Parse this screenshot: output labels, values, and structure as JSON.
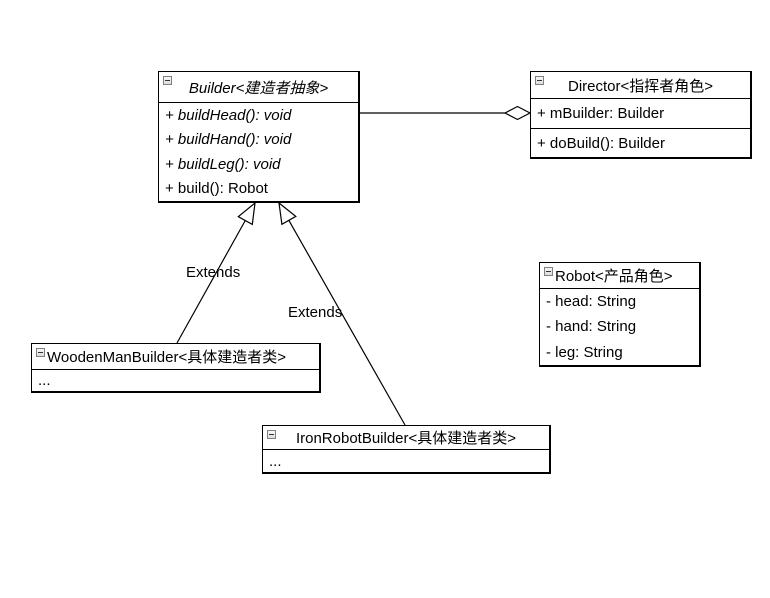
{
  "diagram": {
    "builder": {
      "title": "Builder<建造者抽象>",
      "members": [
        "+ buildHead(): void",
        "+ buildHand(): void",
        "+ buildLeg(): void",
        "+ build(): Robot"
      ]
    },
    "director": {
      "title": "Director<指挥者角色>",
      "attributes": [
        "+ mBuilder: Builder"
      ],
      "methods": [
        "+ doBuild(): Builder"
      ]
    },
    "robot": {
      "title": "Robot<产品角色>",
      "attributes": [
        "- head: String",
        "- hand: String",
        "- leg: String"
      ]
    },
    "wooden_man_builder": {
      "title": "WoodenManBuilder<具体建造者类>",
      "body": "..."
    },
    "iron_robot_builder": {
      "title": "IronRobotBuilder<具体建造者类>",
      "body": "..."
    },
    "edge_labels": {
      "extends_left": "Extends",
      "extends_right": "Extends"
    },
    "icons": {
      "collapse_glyph": "−"
    },
    "colors": {
      "stroke": "#000000",
      "background": "#ffffff",
      "text": "#000000",
      "collapse_border": "#808080"
    }
  }
}
